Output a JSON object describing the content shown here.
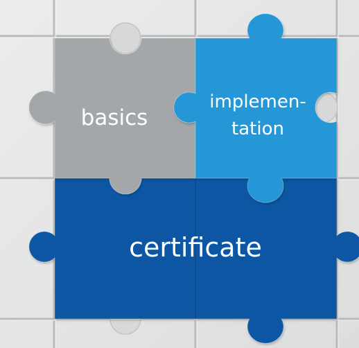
{
  "pieces": {
    "basics": {
      "label": "basics",
      "color": "#a4a7a9"
    },
    "implementation": {
      "line1": "implemen-",
      "line2": "tation",
      "color": "#2797d6"
    },
    "certificate": {
      "label": "certificate",
      "color": "#0e57a4"
    }
  },
  "background": {
    "tile_color": "#e2e3e3",
    "grout_color": "#b7b8b9"
  }
}
